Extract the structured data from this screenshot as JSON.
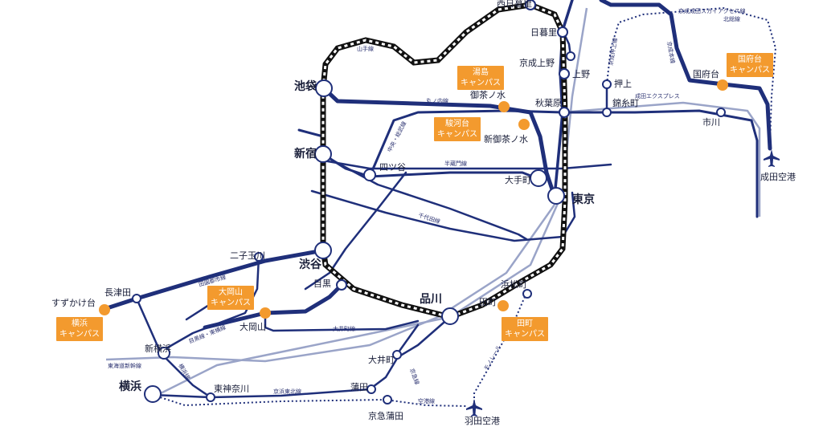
{
  "stations": {
    "nishinippori": "西日暮里",
    "nippori": "日暮里",
    "keisei_ueno": "京成上野",
    "ueno": "上野",
    "oshiage": "押上",
    "ikebukuro": "池袋",
    "ochanomizu": "御茶ノ水",
    "akihabara": "秋葉原",
    "kinshicho": "錦糸町",
    "shin_ochanomizu": "新御茶ノ水",
    "shinjuku": "新宿",
    "yotsuya": "四ツ谷",
    "otemachi": "大手町",
    "tokyo": "東京",
    "futakotamagawa": "二子玉川",
    "shibuya": "渋谷",
    "meguro": "目黒",
    "nagatsuta": "長津田",
    "suzukakedai": "すずかけ台",
    "ookayama": "大岡山",
    "shinagawa": "品川",
    "tamachi": "田町",
    "hamamatsucho": "浜松町",
    "shin_yokohama": "新横浜",
    "oimachi": "大井町",
    "yokohama": "横浜",
    "higashi_kanagawa": "東神奈川",
    "kamata": "蒲田",
    "keikyu_kamata": "京急蒲田",
    "haneda": "羽田空港",
    "narita": "成田空港",
    "kounodai": "国府台",
    "ichikawa": "市川"
  },
  "lines": {
    "yamanote": "山手線",
    "marunouchi": "丸ノ内線",
    "chuo_sobu": "中央・総武線",
    "hanzomon": "半蔵門線",
    "chiyoda": "千代田線",
    "oimachi": "大井町線",
    "den_en_toshi": "田園都市線",
    "meguro_namboku": "目黒線・東横線",
    "tokaido_shinkansen": "東海道新幹線",
    "keihin_tohoku": "京浜東北線",
    "keikyu": "京急線",
    "monorail": "モノレール",
    "airport_line": "空港線",
    "keisei_oshiage": "京成押上線",
    "narita_express": "成田エクスプレス",
    "skyaccess": "京成成田スカイアクセス線",
    "hokuso": "北総線",
    "keisei_main": "京成本線",
    "yokohama_line": "横浜線"
  },
  "campuses": {
    "yushima": [
      "湯島",
      "キャンパス"
    ],
    "surugadai": [
      "駿河台",
      "キャンパス"
    ],
    "kounodai": [
      "国府台",
      "キャンパス"
    ],
    "ookayama": [
      "大岡山",
      "キャンパス"
    ],
    "yokohama": [
      "横浜",
      "キャンパス"
    ],
    "tamachi": [
      "田町",
      "キャンパス"
    ]
  },
  "colors": {
    "line_navy": "#1f2f7a",
    "line_light": "#9aa4c8",
    "campus_orange": "#f39a2e",
    "yamanote_black": "#111111"
  }
}
